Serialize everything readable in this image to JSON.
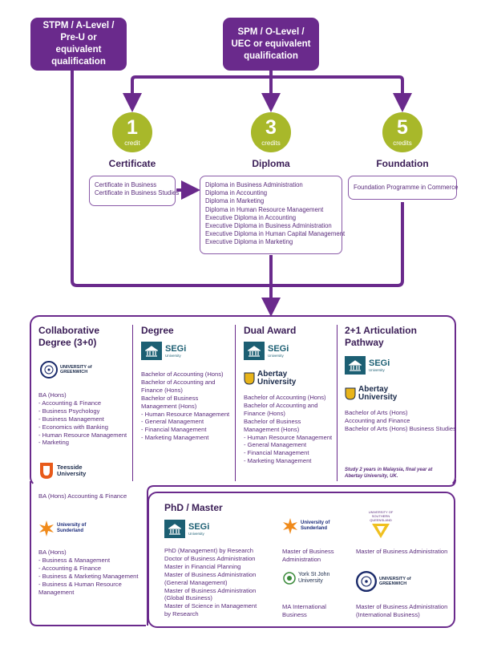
{
  "entry": {
    "stpm": "STPM / A-Level / Pre-U or equivalent qualification",
    "spm": "SPM / O-Level / UEC or equivalent qualification"
  },
  "levels": [
    {
      "credits": "1",
      "credit_word": "credit",
      "title": "Certificate",
      "items": [
        "Certificate in Business",
        "Certificate in Business Studies"
      ]
    },
    {
      "credits": "3",
      "credit_word": "credits",
      "title": "Diploma",
      "items": [
        "Diploma in Business Administration",
        "Diploma in Accounting",
        "Diploma in Marketing",
        "Diploma in Human Resource Management",
        "Executive Diploma in Accounting",
        "Executive Diploma in Business Administration",
        "Executive Diploma in Human Capital Management",
        "Executive Diploma in Marketing"
      ]
    },
    {
      "credits": "5",
      "credit_word": "credits",
      "title": "Foundation",
      "items": [
        "Foundation Programme in Commerce"
      ]
    }
  ],
  "collab": {
    "title": "Collaborative Degree (3+0)",
    "greenwich": {
      "logo_text": "UNIVERSITY of GREENWICH",
      "items": [
        "BA (Hons)",
        "- Accounting & Finance",
        "- Business Psychology",
        "- Business Management",
        "- Economics with Banking",
        "- Human Resource Management",
        "- Marketing"
      ]
    },
    "teesside": {
      "logo_text": "Teesside University",
      "items": [
        "BA (Hons) Accounting & Finance"
      ]
    },
    "sunderland": {
      "logo_text": "University of Sunderland",
      "items": [
        "BA (Hons)",
        "- Business & Management",
        "- Accounting & Finance",
        "- Business & Marketing Management",
        "- Business & Human Resource",
        "  Management"
      ]
    }
  },
  "degree": {
    "title": "Degree",
    "segi_name": "SEGi",
    "segi_sub": "University",
    "items": [
      "Bachelor of Accounting (Hons)",
      "Bachelor of Accounting and",
      "Finance (Hons)",
      "Bachelor of Business",
      "Management (Hons)",
      "- Human Resource Management",
      "- General Management",
      "- Financial Management",
      "- Marketing Management"
    ]
  },
  "dual": {
    "title": "Dual Award",
    "segi_name": "SEGi",
    "segi_sub": "University",
    "abertay": "Abertay University",
    "items": [
      "Bachelor of Accounting (Hons)",
      "Bachelor of Accounting and",
      "Finance (Hons)",
      "Bachelor of Business",
      "Management (Hons)",
      "- Human Resource Management",
      "- General Management",
      "- Financial Management",
      "- Marketing Management"
    ]
  },
  "artic": {
    "title": "2+1 Articulation Pathway",
    "segi_name": "SEGi",
    "segi_sub": "University",
    "abertay": "Abertay University",
    "items": [
      "Bachelor of Arts (Hons)",
      "Accounting and Finance",
      "Bachelor of Arts (Hons) Business Studies"
    ],
    "note": "Study 2 years in Malaysia, final year at Abertay University, UK."
  },
  "phd": {
    "title": "PhD / Master",
    "segi_name": "SEGi",
    "segi_sub": "University",
    "segi_items": [
      "PhD (Management) by Research",
      "Doctor of Business Administration",
      "Master in Financial Planning",
      "Master of Business Administration",
      "(General Management)",
      "Master of Business Administration",
      "(Global Business)",
      "Master of Science in Management",
      "by Research"
    ],
    "sunderland_logo": "University of Sunderland",
    "sunderland_items": [
      "Master of Business",
      "Administration"
    ],
    "york_logo": "York St John University",
    "york_items": [
      "MA International",
      "Business"
    ],
    "usq_logo": "UNIVERSITY OF SOUTHERN QUEENSLAND",
    "usq_items": [
      "Master of Business Administration"
    ],
    "greenwich_logo": "UNIVERSITY of GREENWICH",
    "greenwich_items": [
      "Master of Business Administration",
      "(International Business)"
    ]
  },
  "colors": {
    "purple": "#6a2a8c",
    "olive": "#a8b82a",
    "teal": "#1c5f73"
  }
}
